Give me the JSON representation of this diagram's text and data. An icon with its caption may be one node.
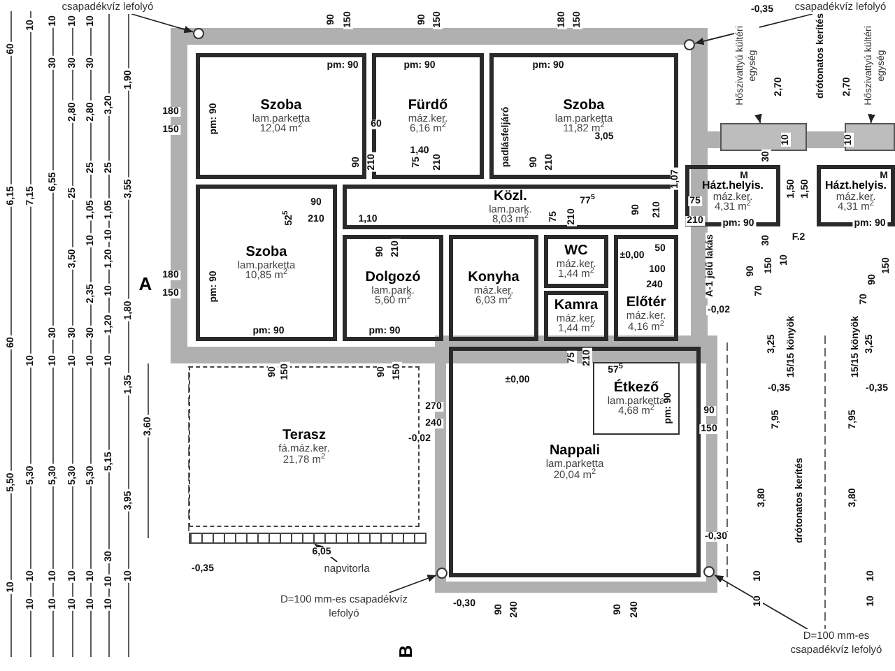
{
  "diagram": {
    "nodes": [
      {
        "text": [
          "Szoba",
          "lam.parketta",
          "12,04 m$^{2}$"
        ]
      },
      {
        "text": [
          "Fürdő",
          "máz.ker.",
          "6,16 m$^{2}$"
        ]
      },
      {
        "text": [
          "Szoba",
          "lam.parketta",
          "11,82 m$^{2}$"
        ]
      },
      {
        "text": [
          "Közl.",
          "lam.park.",
          "8,03 m$^{2}$"
        ]
      },
      {
        "text": [
          "Szoba",
          "lam.parketta",
          "10,85 m$^{2}$"
        ]
      },
      {
        "text": [
          "Dolgozó",
          "lam.park.",
          "5,60 m$^{2}$"
        ]
      },
      {
        "text": [
          "Konyha",
          "máz.ker.",
          "6,03 m$^{2}$"
        ]
      },
      {
        "text": [
          "WC",
          "máz.ker.",
          "1,44 m$^{2}$"
        ]
      },
      {
        "text": [
          "Kamra",
          "máz.ker.",
          "1,44 m$^{2}$"
        ]
      },
      {
        "text": [
          "Előtér",
          "máz.ker.",
          "4,16 m$^{2}$"
        ]
      },
      {
        "text": [
          "Házt.helyis.",
          "máz.ker.",
          "4,31 m$^{2}$"
        ]
      },
      {
        "text": [
          "Házt.helyis.",
          "máz.ker.",
          "4,31 m$^{2}$"
        ]
      },
      {
        "text": [
          "Nappali",
          "lam.parketta",
          "20,04 m$^{2}$"
        ]
      },
      {
        "text": [
          "Étkező",
          "lam.parketta",
          "4,68 m$^{2}$"
        ],
        "in": 12
      },
      {
        "text": [
          "Terasz",
          "fá.máz.ker.",
          "21,78 m$^{2}$"
        ]
      },
      {
        "text": [
          "napvitorla"
        ]
      },
      {
        "text": [
          "D=100 mm-es csapadékvíz lefolyó"
        ]
      },
      {
        "text": [
          "D=100 mm-es csapadékvíz lefolyó"
        ]
      },
      {
        "text": [
          "csapadékvíz lefolyó"
        ]
      },
      {
        "text": [
          "csapadékvíz lefolyó"
        ]
      },
      {
        "text": [
          "Hőszivattyú kültéri egység"
        ]
      },
      {
        "text": [
          "Hőszivattyú kültéri egység"
        ]
      },
      {
        "text": [],
        "shape": "box"
      },
      {
        "text": [],
        "shape": "box"
      },
      {
        "text": [],
        "shape": "bar"
      },
      {
        "text": [],
        "shape": "circle"
      },
      {
        "text": [],
        "shape": "circle"
      },
      {
        "text": [],
        "shape": "circle"
      },
      {
        "text": [],
        "shape": "circle"
      }
    ],
    "edges": [
      {
        "from": 15,
        "to": 24,
        "arrow": "to"
      },
      {
        "from": 16,
        "to": 25,
        "arrow": "to"
      },
      {
        "from": 17,
        "to": 26,
        "arrow": "to"
      },
      {
        "from": 18,
        "to": 27,
        "arrow": "to"
      },
      {
        "from": 19,
        "to": 28,
        "arrow": "to"
      },
      {
        "from": 20,
        "to": 22,
        "arrow": "to"
      },
      {
        "from": 21,
        "to": 23,
        "arrow": "to"
      }
    ],
    "labels": [
      "A",
      "B",
      "60",
      "6,15",
      "60",
      "5,50",
      "10",
      "10",
      "7,15",
      "10",
      "5,30",
      "10",
      "10",
      "10",
      "30",
      "6,55",
      "30",
      "10",
      "5,30",
      "10",
      "10",
      "10",
      "30",
      "2,80",
      "25",
      "3,50",
      "30",
      "10",
      "5,30",
      "10",
      "10",
      "10",
      "30",
      "2,80",
      "25",
      "1,05",
      "10",
      "2,35",
      "30",
      "10",
      "5,30",
      "10",
      "10",
      "3,20",
      "25",
      "1,05",
      "10",
      "1,20",
      "10",
      "1,20",
      "10",
      "5,15",
      "30",
      "10",
      "10",
      "1,90",
      "3,55",
      "1,80",
      "1,35",
      "3,95",
      "10",
      "3,60",
      "180",
      "150",
      "pm: 90",
      "90",
      "150",
      "pm: 90",
      "60",
      "90",
      "210",
      "90",
      "150",
      "pm: 90",
      "1,40",
      "75",
      "210",
      "180",
      "150",
      "pm: 90",
      "padlásfeljáró",
      "3,05",
      "90",
      "210",
      "90",
      "210",
      "52$^{5}$",
      "1,10",
      "77$^{5}$",
      "75",
      "210",
      "1,07",
      "90",
      "210",
      "75",
      "210",
      "50",
      "±0,00",
      "100",
      "240",
      "A-1 jelű lakás",
      "-0,02",
      "180",
      "150",
      "pm: 90",
      "pm: 90",
      "90",
      "210",
      "pm: 90",
      "-0,35",
      "drótonatos kerítés",
      "2,70",
      "2,70",
      "10",
      "10",
      "M",
      "M",
      "30",
      "1,50",
      "1,50",
      "F.2",
      "pm: 90",
      "pm: 90",
      "30",
      "90",
      "150",
      "70",
      "10",
      "90",
      "150",
      "70",
      "3,25",
      "15/15 könyök",
      "3,25",
      "15/15 könyök",
      "-0,35",
      "-0,35",
      "7,95",
      "7,95",
      "3,80",
      "drótonatos kerítés",
      "3,80",
      "10",
      "10",
      "10",
      "10",
      "±0,00",
      "75",
      "210",
      "57$^{5}$",
      "pm: 90",
      "90",
      "150",
      "-0,30",
      "-0,30",
      "90",
      "240",
      "90",
      "240",
      "90",
      "150",
      "90",
      "150",
      "270",
      "240",
      "-0,02",
      "6,05",
      "-0,35"
    ]
  }
}
